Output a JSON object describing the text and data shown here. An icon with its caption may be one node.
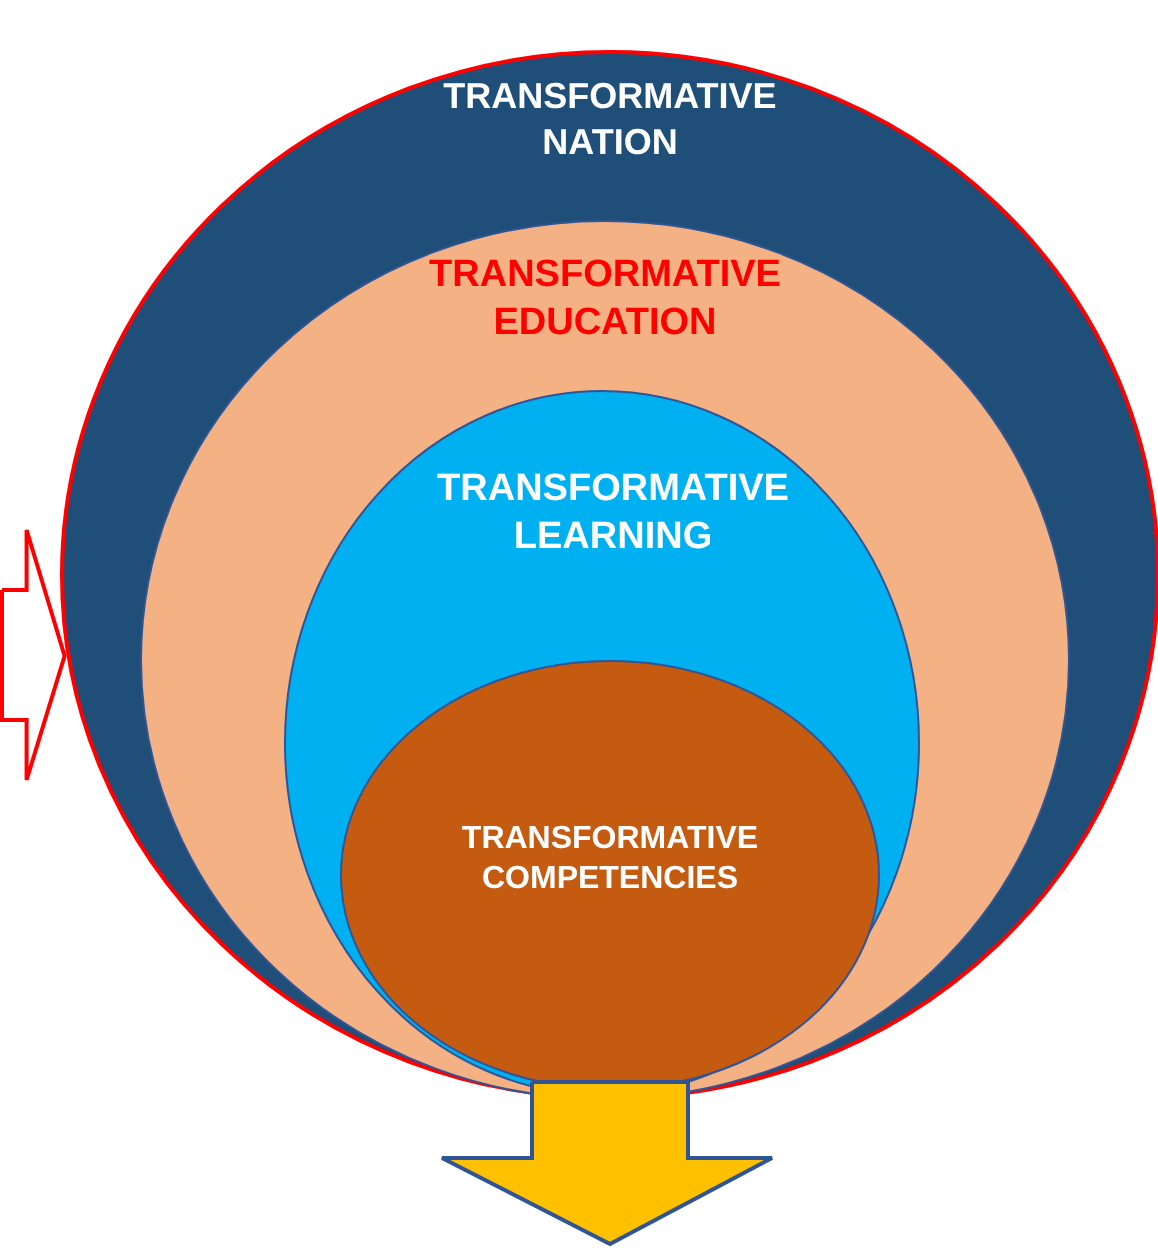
{
  "diagram": {
    "nodes": [
      {
        "text": [
          "TRANSFORMATIVE NATION"
        ]
      },
      {
        "text": [
          "TRANSFORMATIVE EDUCATION"
        ],
        "in": 0
      },
      {
        "text": [
          "TRANSFORMATIVE LEARNING"
        ],
        "in": 1
      },
      {
        "text": [
          "TRANSFORMATIVE COMPETENCIES"
        ],
        "in": 2
      }
    ],
    "edges": [
      {
        "from": null,
        "to": 0,
        "arrow": "to",
        "style": "thick",
        "color": "#ff0000"
      },
      {
        "from": 3,
        "to": null,
        "arrow": "to",
        "style": "thick",
        "color": "#ffc000"
      }
    ]
  }
}
